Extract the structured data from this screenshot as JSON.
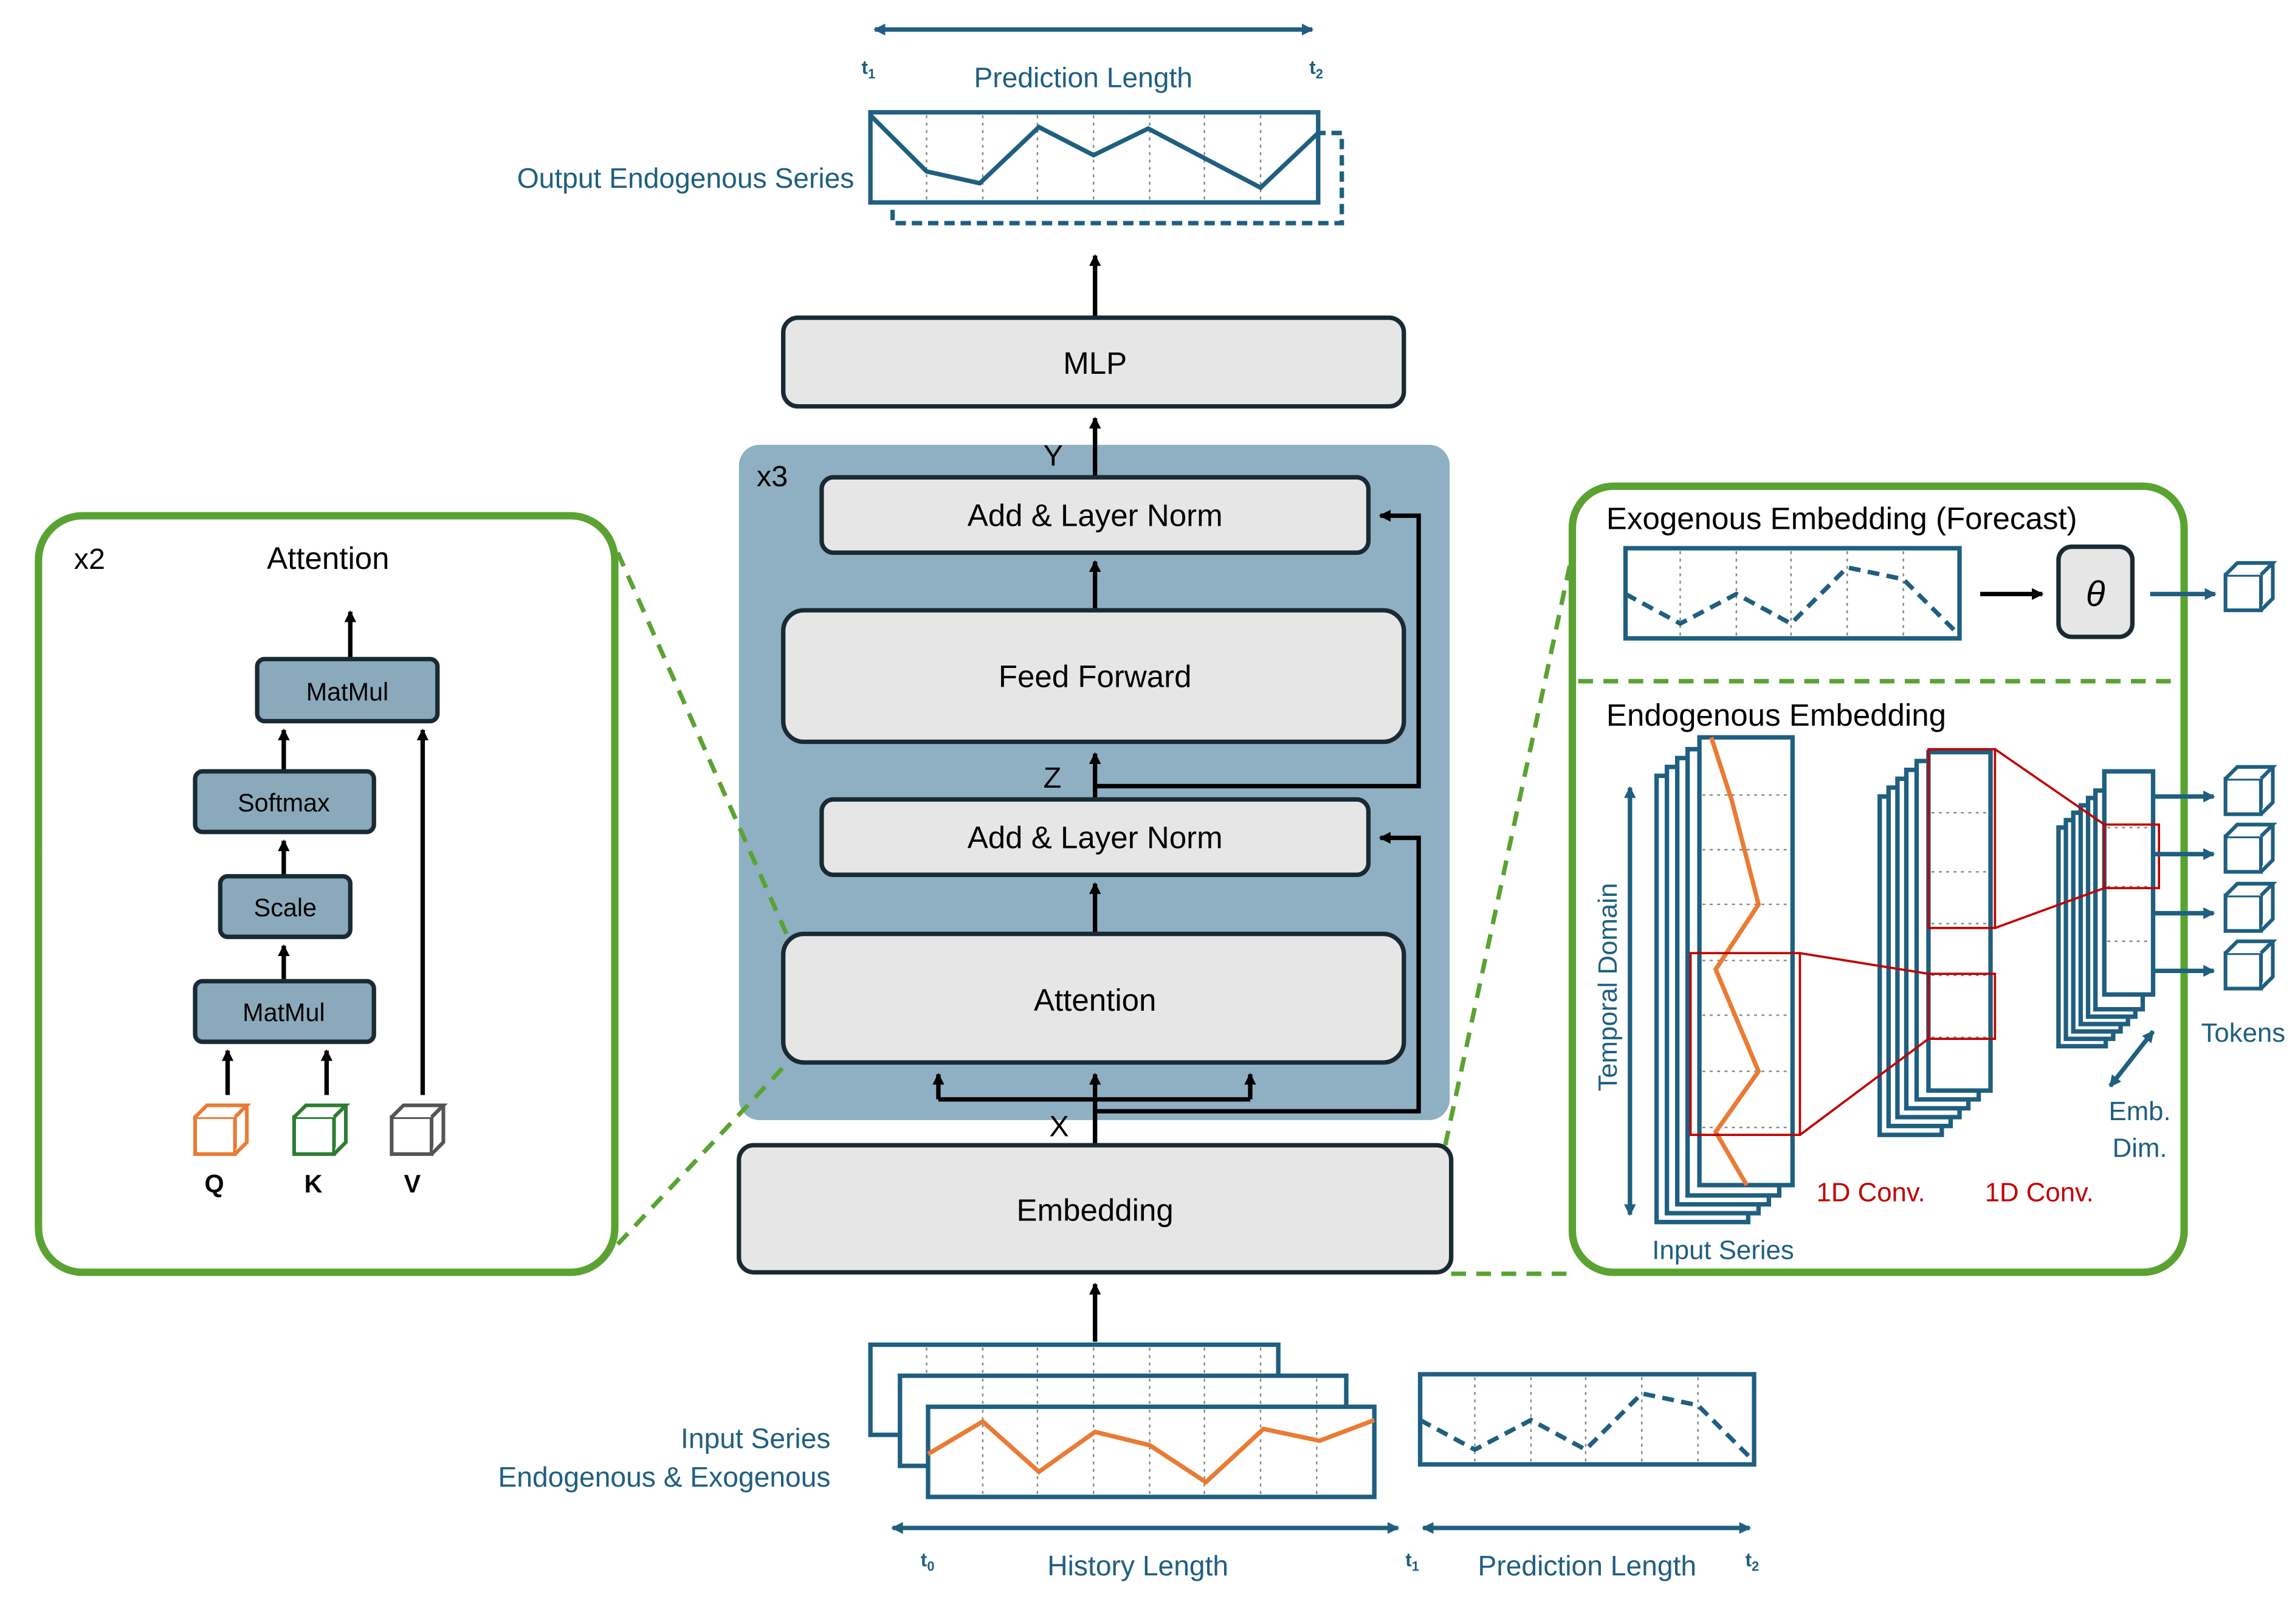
{
  "colors": {
    "teal": "#1f5f7f",
    "block_bg": "#e6e6e6",
    "stack_bg": "#8fb0c2",
    "small_block_bg": "#8aa9bb",
    "green": "#5aa332",
    "orange": "#e97b35",
    "dark_green": "#2e7d32",
    "red": "#c00000",
    "gray": "#555555"
  },
  "top": {
    "t1": "t",
    "t1_sub": "1",
    "t2": "t",
    "t2_sub": "2",
    "prediction_length": "Prediction Length",
    "output_label": "Output Endogenous Series"
  },
  "center": {
    "mlp": "MLP",
    "y_label": "Y",
    "stack_repeat": "x3",
    "add_norm_top": "Add & Layer Norm",
    "feed_forward": "Feed Forward",
    "z_label": "Z",
    "add_norm_bottom": "Add & Layer Norm",
    "attention": "Attention",
    "x_label": "X",
    "embedding": "Embedding"
  },
  "left_panel": {
    "repeat": "x2",
    "title": "Attention",
    "matmul_top": "MatMul",
    "softmax": "Softmax",
    "scale": "Scale",
    "matmul_bottom": "MatMul",
    "q": "Q",
    "k": "K",
    "v": "V"
  },
  "right_panel": {
    "exo_title": "Exogenous Embedding (Forecast)",
    "theta": "θ",
    "endo_title": "Endogenous Embedding",
    "temporal_domain": "Temporal Domain",
    "input_series": "Input Series",
    "conv1": "1D Conv.",
    "conv2": "1D Conv.",
    "tokens": "Tokens",
    "emb_dim_1": "Emb.",
    "emb_dim_2": "Dim."
  },
  "bottom": {
    "input_label_1": "Input Series",
    "input_label_2": "Endogenous & Exogenous",
    "t0": "t",
    "t0_sub": "0",
    "history_length": "History Length",
    "t1": "t",
    "t1_sub": "1",
    "prediction_length": "Prediction Length",
    "t2": "t",
    "t2_sub": "2"
  }
}
